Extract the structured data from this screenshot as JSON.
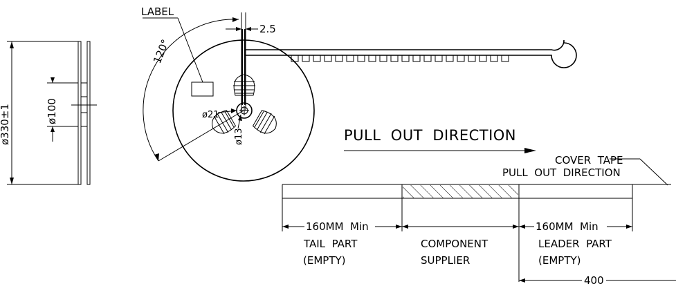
{
  "side_view": {
    "dim_reel_dia": "ø330±1",
    "dim_hub_dia": "ø100"
  },
  "front_view": {
    "label_text": "LABEL",
    "dim_slot_width": "2.5",
    "dim_angle": "120°",
    "dim_hub_ring": "ø21",
    "dim_arbor_hole": "ø13"
  },
  "tape_diagram": {
    "pull_out_direction": "PULL  OUT  DIRECTION",
    "cover_tape_line1": "COVER  TAPE",
    "cover_tape_line2": "PULL  OUT  DIRECTION",
    "tail_dim": "160MM  Min",
    "leader_dim": "160MM  Min",
    "tail_line1": "TAIL  PART",
    "tail_line2": "(EMPTY)",
    "component_line1": "COMPONENT",
    "component_line2": "SUPPLIER",
    "leader_line1": "LEADER  PART",
    "leader_line2": "(EMPTY)",
    "total_dim": "400"
  },
  "colors": {
    "ink": "#000000",
    "background": "#ffffff"
  }
}
